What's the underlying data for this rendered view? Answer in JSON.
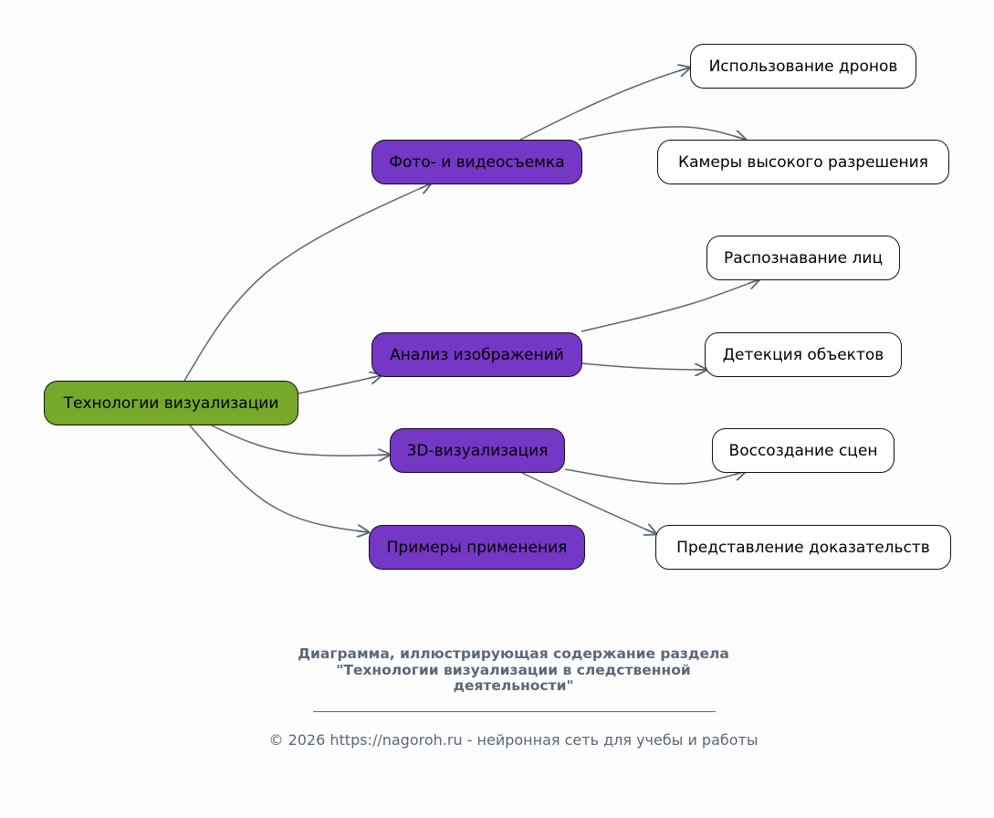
{
  "diagram": {
    "root": {
      "id": "root",
      "label": "Технологии визуализации",
      "color": "#76a82a"
    },
    "branches": [
      {
        "id": "b1",
        "label": "Фото- и видеосъемка",
        "color": "#7537c6"
      },
      {
        "id": "b2",
        "label": "Анализ изображений",
        "color": "#7537c6"
      },
      {
        "id": "b3",
        "label": "3D-визуализация",
        "color": "#7537c6"
      },
      {
        "id": "b4",
        "label": "Примеры применения",
        "color": "#7537c6"
      }
    ],
    "leaves": [
      {
        "id": "l1",
        "parent": "b1",
        "label": "Использование дронов"
      },
      {
        "id": "l2",
        "parent": "b1",
        "label": "Камеры высокого разрешения"
      },
      {
        "id": "l3",
        "parent": "b2",
        "label": "Распознавание лиц"
      },
      {
        "id": "l4",
        "parent": "b2",
        "label": "Детекция объектов"
      },
      {
        "id": "l5",
        "parent": "b3",
        "label": "Воссоздание сцен"
      },
      {
        "id": "l6",
        "parent": "b3",
        "label": "Представление доказательств"
      }
    ],
    "edge_color": "#5b6878"
  },
  "caption": {
    "line1": "Диаграмма, иллюстрирующая содержание раздела",
    "line2": "\"Технологии визуализации в следственной",
    "line3": "деятельности\""
  },
  "footer": {
    "text": "© 2026 https://nagoroh.ru - нейронная сеть для учебы и работы"
  }
}
